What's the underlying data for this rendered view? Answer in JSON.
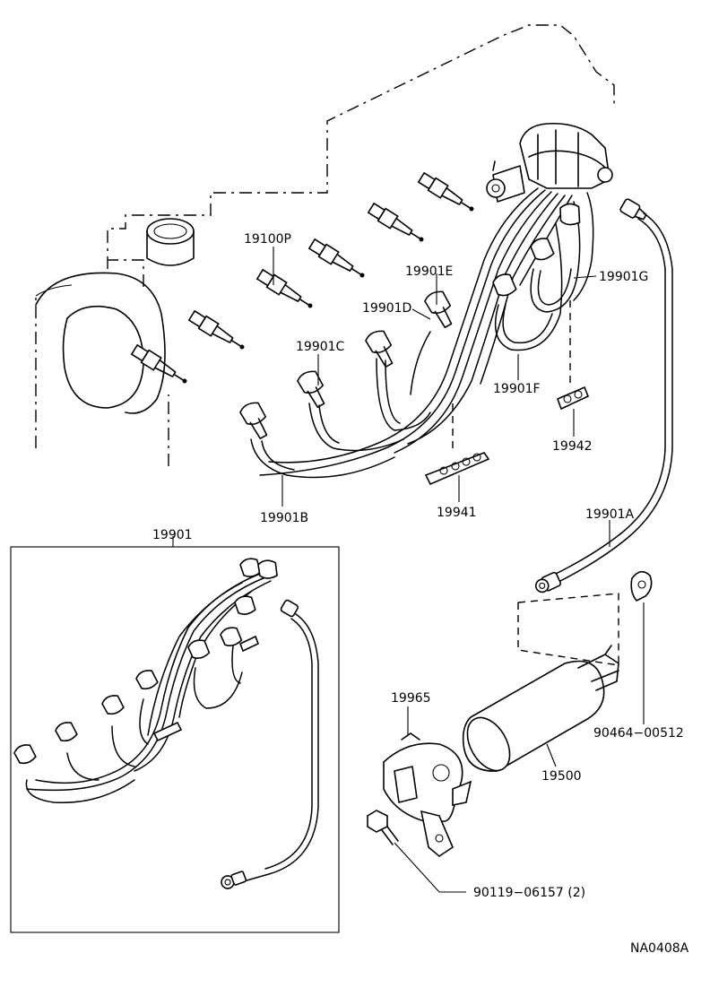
{
  "diagram": {
    "code": "NA0408A",
    "parts": {
      "p19100P": "19100P",
      "p19901E": "19901E",
      "p19901G": "19901G",
      "p19901D": "19901D",
      "p19901C": "19901C",
      "p19901F": "19901F",
      "p19942": "19942",
      "p19901B": "19901B",
      "p19941": "19941",
      "p19901A": "19901A",
      "p19901": "19901",
      "p19965": "19965",
      "p90464": "90464−00512",
      "p19500": "19500",
      "p90119": "90119−06157 (2)"
    }
  }
}
